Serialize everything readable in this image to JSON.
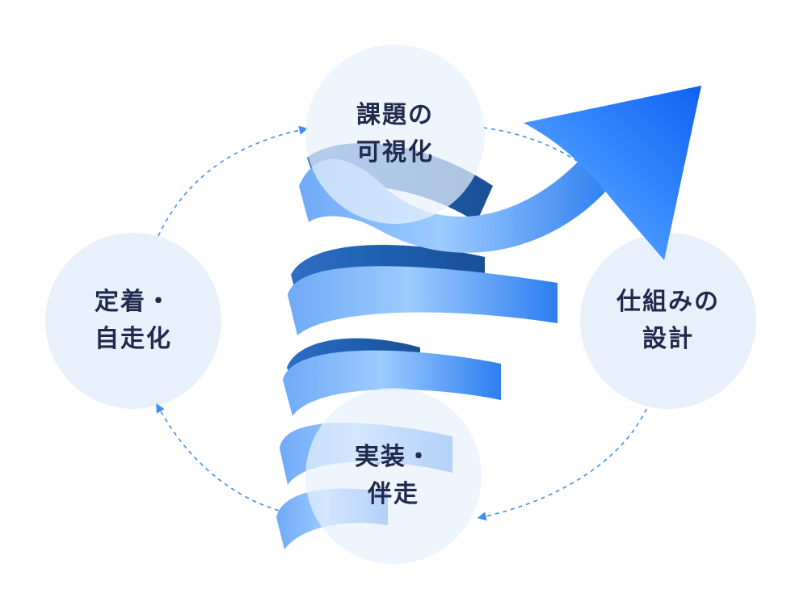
{
  "stages": [
    {
      "id": "visualize",
      "lines": [
        "課題の",
        "可視化"
      ]
    },
    {
      "id": "design",
      "lines": [
        "仕組みの",
        "設計"
      ]
    },
    {
      "id": "implement",
      "lines": [
        "実装・",
        "伴走"
      ]
    },
    {
      "id": "establish",
      "lines": [
        "定着・",
        "自走化"
      ]
    }
  ],
  "colors": {
    "circle_fill": "#e8f1fb",
    "label_text": "#1f2a4d",
    "ribbon_light": "#8cc0ff",
    "ribbon_mid": "#3f8ef5",
    "ribbon_dark": "#1e5fc4",
    "arrow_head": "#1a6ff5",
    "cycle_line": "#3f8ef5"
  }
}
